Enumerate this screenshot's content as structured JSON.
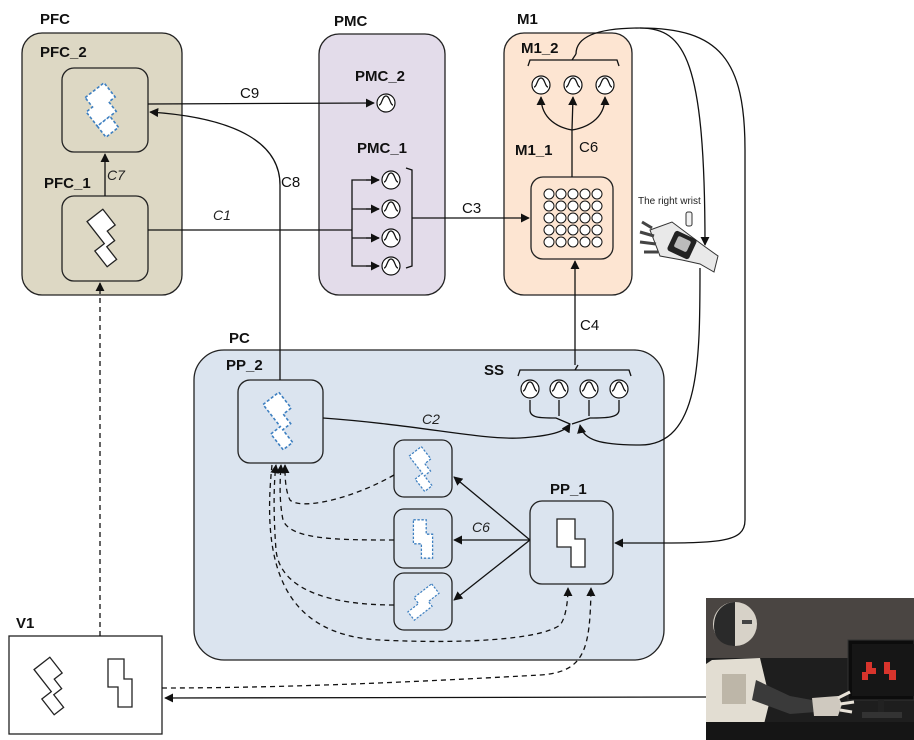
{
  "regions": {
    "pfc": "PFC",
    "pfc_2": "PFC_2",
    "pfc_1": "PFC_1",
    "pmc": "PMC",
    "pmc_2": "PMC_2",
    "pmc_1": "PMC_1",
    "m1": "M1",
    "m1_2": "M1_2",
    "m1_1": "M1_1",
    "pc": "PC",
    "pp_2": "PP_2",
    "pp_1": "PP_1",
    "ss": "SS",
    "v1": "V1"
  },
  "connections": {
    "c1": "C1",
    "c2": "C2",
    "c3": "C3",
    "c4": "C4",
    "c6_m1": "C6",
    "c6_pc": "C6",
    "c7": "C7",
    "c8": "C8",
    "c9": "C9"
  },
  "annotations": {
    "wrist": "The right wrist"
  },
  "colors": {
    "pfc_fill": "#ddd8c4",
    "pmc_fill": "#e3dcea",
    "m1_fill": "#fde5d2",
    "pc_fill": "#dbe4ef",
    "dashed_shape_stroke": "#3d7fc0"
  }
}
